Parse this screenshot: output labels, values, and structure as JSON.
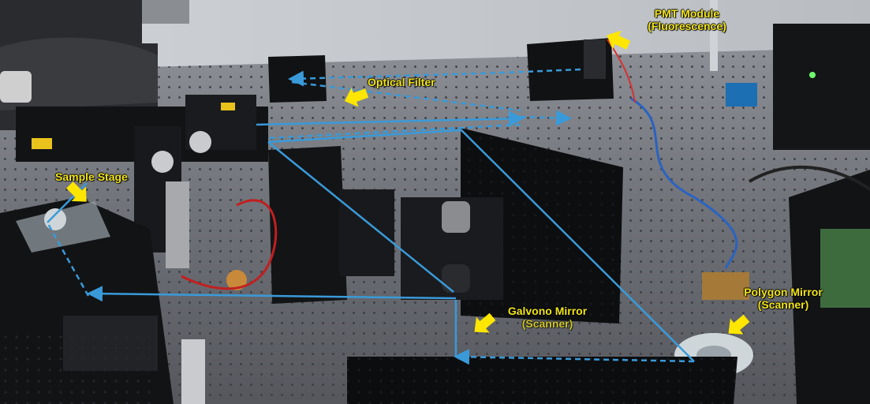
{
  "colors": {
    "label_text": "#f2e51a",
    "label_text_dim": "#d9cc1a",
    "beam": "#3a9ad9",
    "pointer_arrow": "#ffe600",
    "table": "#5e6067",
    "panel": "#0d0e10"
  },
  "labels": {
    "pmt": {
      "line1": "PMT Module",
      "line2": "(Fluorescence)"
    },
    "optical_filter": {
      "line1": "Optical Filter"
    },
    "sample_stage": {
      "line1": "Sample Stage"
    },
    "galvo": {
      "line1": "Galvono Mirror",
      "line2": "(Scanner)"
    },
    "polygon": {
      "line1": "Polygon Mirror",
      "line2": "(Scanner)"
    }
  },
  "icons": [
    "pointer-arrow-icon"
  ]
}
